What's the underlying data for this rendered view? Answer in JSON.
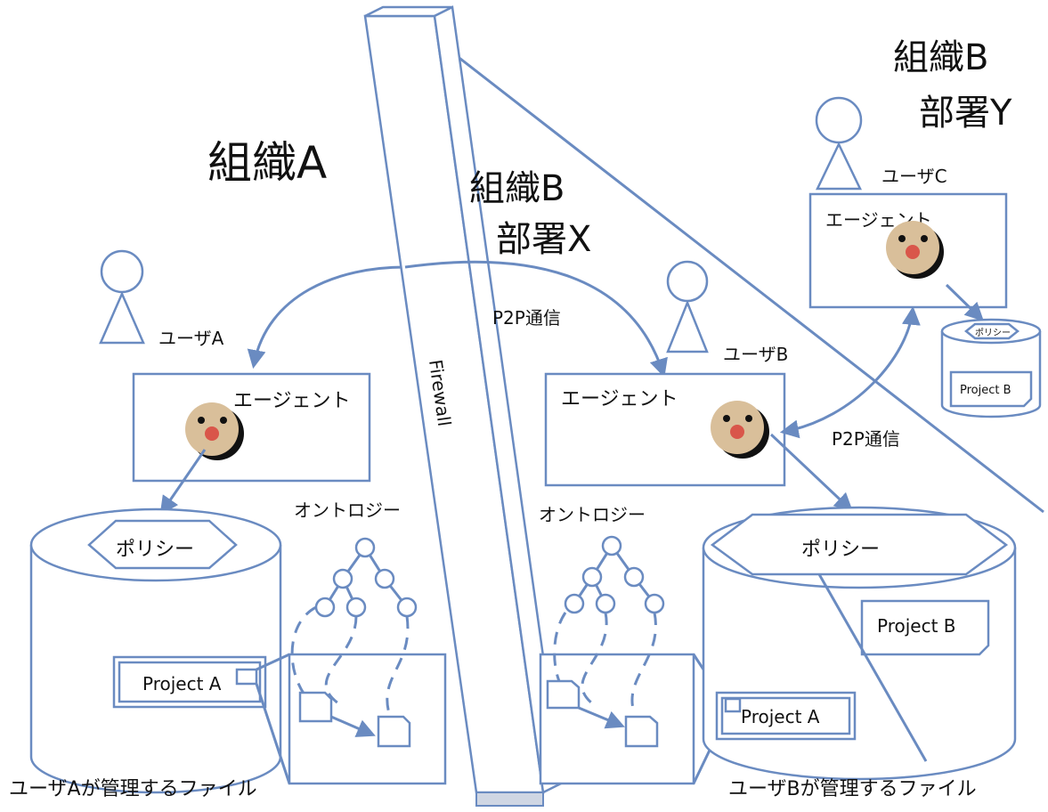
{
  "org_a": {
    "title": "組織A"
  },
  "org_b_x": {
    "line1": "組織B",
    "line2": "部署X"
  },
  "org_b_y": {
    "line1": "組織B",
    "line2": "部署Y"
  },
  "users": {
    "a": "ユーザA",
    "b": "ユーザB",
    "c": "ユーザC"
  },
  "agent_label": "エージェント",
  "policy_label": "ポリシー",
  "ontology_label": "オントロジー",
  "p2p_label": "P2P通信",
  "firewall_label": "Firewall",
  "projects": {
    "a": "Project A",
    "b": "Project B"
  },
  "files_a": "ユーザAが管理するファイル",
  "files_b": "ユーザBが管理するファイル",
  "colors": {
    "line": "#6a8bc1",
    "face": "#d9bf9a",
    "nose": "#d9564a"
  }
}
